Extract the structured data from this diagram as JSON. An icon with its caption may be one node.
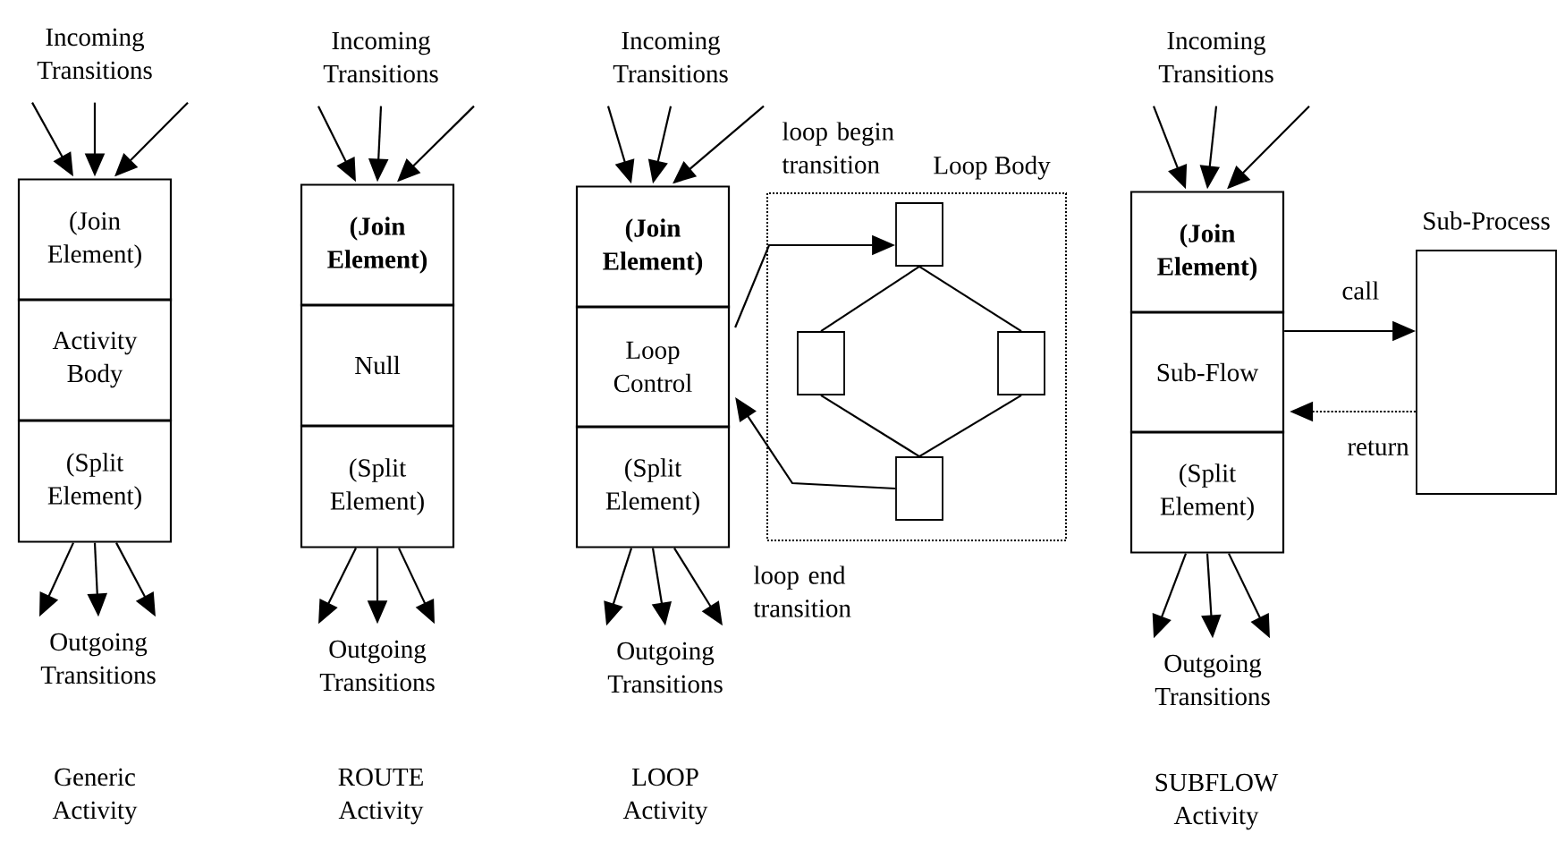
{
  "diagram": {
    "nodes": [
      {
        "text": [
          "Incoming Transitions"
        ]
      },
      {
        "text": [
          "(Join Element)"
        ]
      },
      {
        "text": [
          "Activity Body"
        ]
      },
      {
        "text": [
          "(Split Element)"
        ]
      },
      {
        "text": [
          "Outgoing Transitions"
        ]
      },
      {
        "text": [
          "Incoming Transitions"
        ]
      },
      {
        "text": [
          "(Join Element)"
        ]
      },
      {
        "text": [
          "Null"
        ]
      },
      {
        "text": [
          "(Split Element)"
        ]
      },
      {
        "text": [
          "Outgoing Transitions"
        ]
      },
      {
        "text": [
          "Incoming Transitions"
        ]
      },
      {
        "text": [
          "(Join Element)"
        ]
      },
      {
        "text": [
          "Loop Control"
        ]
      },
      {
        "text": [
          "(Split Element)"
        ]
      },
      {
        "text": [
          "Outgoing Transitions"
        ]
      },
      {
        "text": [
          "Loop Body"
        ]
      },
      {
        "text": [],
        "shape": "box",
        "in": 15
      },
      {
        "text": [],
        "shape": "box",
        "in": 15
      },
      {
        "text": [],
        "shape": "box",
        "in": 15
      },
      {
        "text": [],
        "shape": "box",
        "in": 15
      },
      {
        "text": [
          "Incoming Transitions"
        ]
      },
      {
        "text": [
          "(Join Element)"
        ]
      },
      {
        "text": [
          "Sub-Flow"
        ]
      },
      {
        "text": [
          "(Split Element)"
        ]
      },
      {
        "text": [
          "Outgoing Transitions"
        ]
      },
      {
        "text": [
          "Sub-Process"
        ]
      }
    ],
    "edges": [
      {
        "from": 0,
        "to": 1,
        "arrow": "to"
      },
      {
        "from": 0,
        "to": 1,
        "arrow": "to"
      },
      {
        "from": 0,
        "to": 1,
        "arrow": "to"
      },
      {
        "from": 3,
        "to": 4,
        "arrow": "to"
      },
      {
        "from": 3,
        "to": 4,
        "arrow": "to"
      },
      {
        "from": 3,
        "to": 4,
        "arrow": "to"
      },
      {
        "from": 5,
        "to": 6,
        "arrow": "to"
      },
      {
        "from": 5,
        "to": 6,
        "arrow": "to"
      },
      {
        "from": 5,
        "to": 6,
        "arrow": "to"
      },
      {
        "from": 8,
        "to": 9,
        "arrow": "to"
      },
      {
        "from": 8,
        "to": 9,
        "arrow": "to"
      },
      {
        "from": 8,
        "to": 9,
        "arrow": "to"
      },
      {
        "from": 10,
        "to": 11,
        "arrow": "to"
      },
      {
        "from": 10,
        "to": 11,
        "arrow": "to"
      },
      {
        "from": 10,
        "to": 11,
        "arrow": "to"
      },
      {
        "from": 13,
        "to": 14,
        "arrow": "to"
      },
      {
        "from": 13,
        "to": 14,
        "arrow": "to"
      },
      {
        "from": 13,
        "to": 14,
        "arrow": "to"
      },
      {
        "from": 12,
        "to": 16,
        "arrow": "to",
        "label": "loop begin transition"
      },
      {
        "from": 19,
        "to": 12,
        "arrow": "to",
        "label": "loop end transition"
      },
      {
        "from": 16,
        "to": 17,
        "arrow": "none"
      },
      {
        "from": 16,
        "to": 18,
        "arrow": "none"
      },
      {
        "from": 17,
        "to": 19,
        "arrow": "none"
      },
      {
        "from": 18,
        "to": 19,
        "arrow": "none"
      },
      {
        "from": 20,
        "to": 21,
        "arrow": "to"
      },
      {
        "from": 20,
        "to": 21,
        "arrow": "to"
      },
      {
        "from": 20,
        "to": 21,
        "arrow": "to"
      },
      {
        "from": 23,
        "to": 24,
        "arrow": "to"
      },
      {
        "from": 23,
        "to": 24,
        "arrow": "to"
      },
      {
        "from": 23,
        "to": 24,
        "arrow": "to"
      },
      {
        "from": 22,
        "to": 25,
        "arrow": "to",
        "label": "call"
      },
      {
        "from": 25,
        "to": 22,
        "arrow": "to",
        "label": "return",
        "style": "dashed"
      }
    ],
    "labels": [
      "Generic Activity",
      "ROUTE Activity",
      "LOOP Activity",
      "SUBFLOW Activity"
    ]
  }
}
